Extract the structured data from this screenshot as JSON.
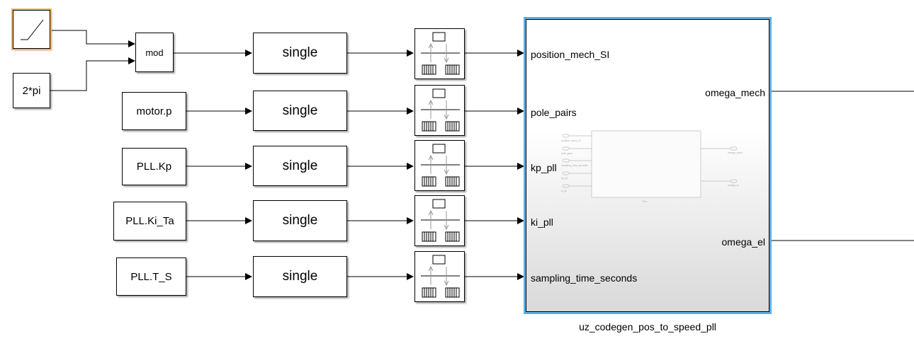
{
  "blocks": {
    "ramp_icon": "ramp-icon",
    "const_2pi": "2*pi",
    "mod": "mod",
    "constants": [
      "motor.p",
      "PLL.Kp",
      "PLL.Ki_Ta",
      "PLL.T_S"
    ],
    "converters": [
      "single",
      "single",
      "single",
      "single",
      "single"
    ]
  },
  "subsystem": {
    "name": "uz_codegen_pos_to_speed_pll",
    "inports": [
      "position_mech_SI",
      "pole_pairs",
      "kp_pll",
      "ki_pll",
      "sampling_time_seconds"
    ],
    "outports": [
      "omega_mech",
      "omega_el"
    ],
    "preview": {
      "inports": [
        "position_mech_SI",
        "pole_pairs",
        "sampling_time_seconds",
        "kp_pll",
        "ki_pll"
      ],
      "outports": [
        "omega_mech",
        "omega_el"
      ],
      "label": "Pos"
    }
  },
  "colors": {
    "selection": "#5aaee8",
    "ramp_highlight": "#f3b25f"
  }
}
